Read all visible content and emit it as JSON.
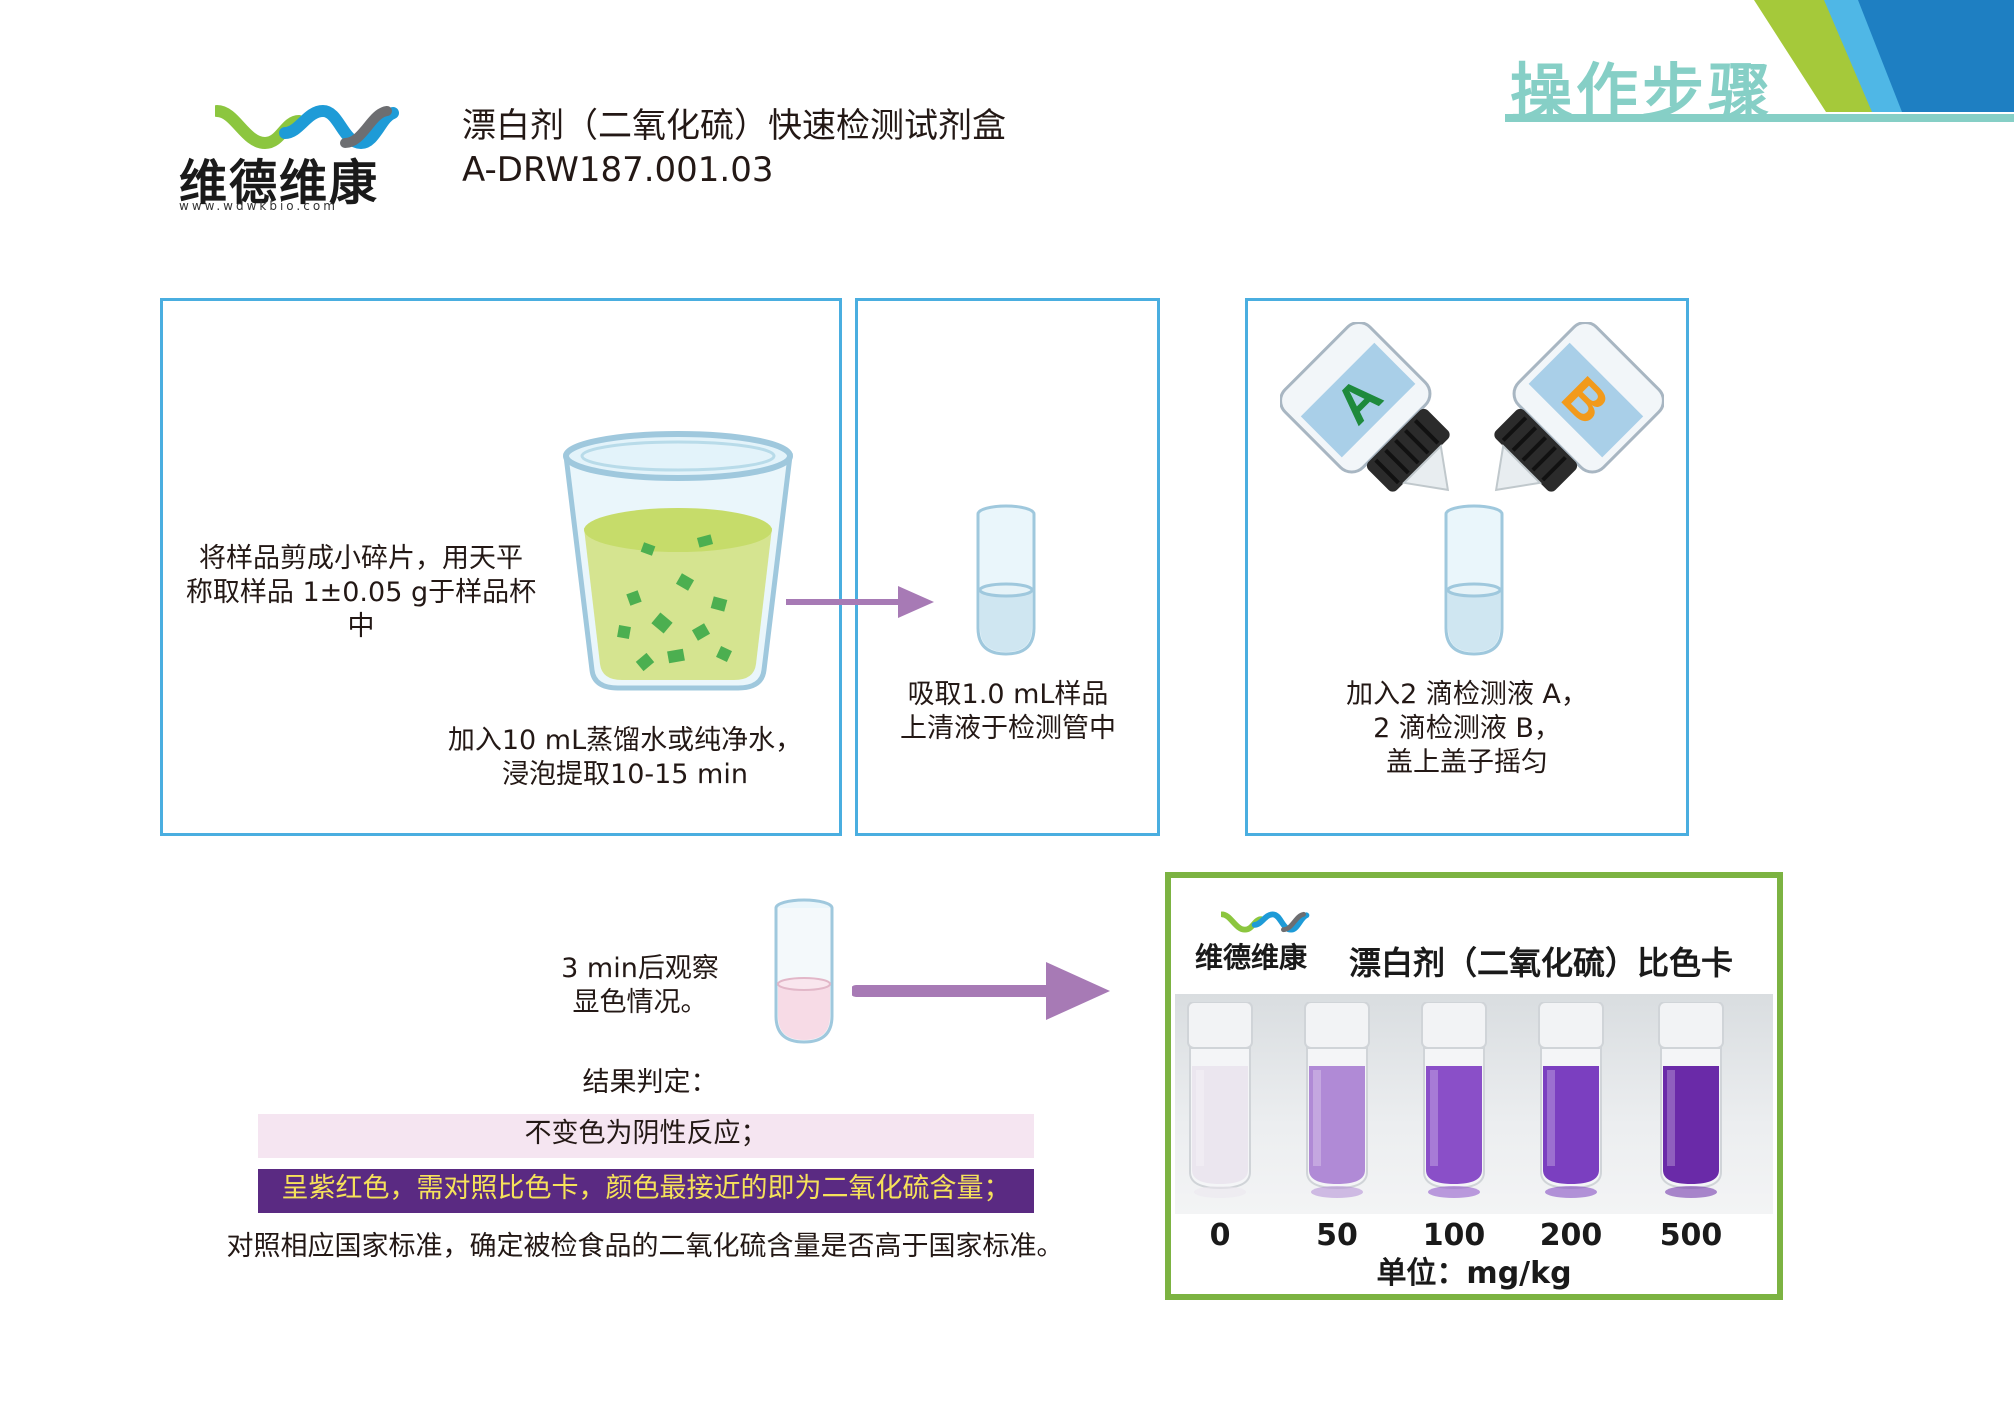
{
  "header": {
    "brand_name": "维德维康",
    "brand_url": "www.wdwkbio.com",
    "kit_title": "漂白剂（二氧化硫）快速检测试剂盒",
    "kit_code": "A-DRW187.001.03",
    "section_title": "操作步骤"
  },
  "steps": {
    "step1_weigh": "将样品剪成小碎片，用天平\n称取样品 1±0.05 g于样品杯\n中",
    "step1_extract": "加入10 mL蒸馏水或纯净水，\n浸泡提取10-15 min",
    "step2": "吸取1.0 mL样品\n上清液于检测管中",
    "step3": "加入2 滴检测液 A，\n2 滴检测液 B，\n盖上盖子摇匀",
    "bottle_a": "A",
    "bottle_b": "B",
    "step4": "3 min后观察\n显色情况。"
  },
  "result": {
    "heading": "结果判定：",
    "negative": "不变色为阴性反应；",
    "positive": "呈紫红色，需对照比色卡，颜色最接近的即为二氧化硫含量；",
    "note": "对照相应国家标准，确定被检食品的二氧化硫含量是否高于国家标准。"
  },
  "color_card": {
    "title": "漂白剂（二氧化硫）比色卡",
    "brand_name": "维德维康",
    "levels": [
      "0",
      "50",
      "100",
      "200",
      "500"
    ],
    "colors": [
      "#ebe6ef",
      "#b08ad6",
      "#8a4fc8",
      "#7b3fc0",
      "#6a2aa8"
    ],
    "unit": "单位：mg/kg"
  },
  "colors": {
    "box_border": "#4aaee0",
    "arrow": "#a77ab5",
    "card_border": "#7cb342",
    "accent_teal": "#86cfc6",
    "positive_bar": "#5a2a82",
    "positive_text": "#f6e25a",
    "negative_bar": "#f5e5f1"
  }
}
